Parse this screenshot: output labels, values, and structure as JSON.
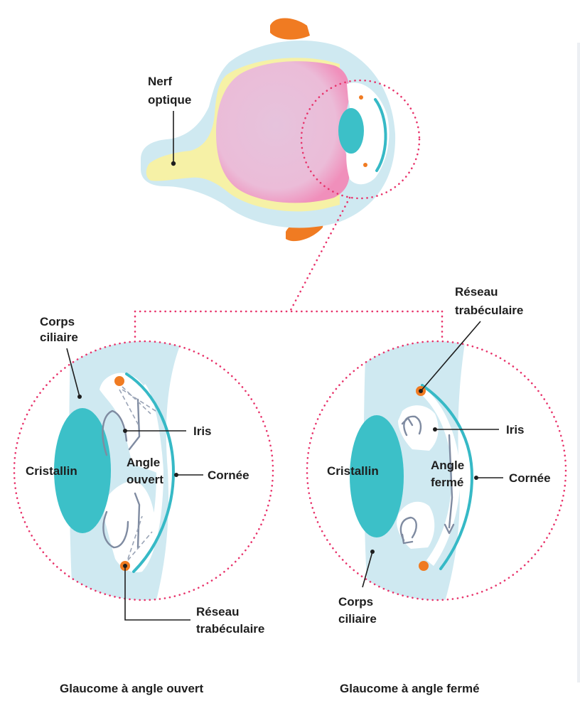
{
  "top": {
    "optic_nerve": [
      "Nerf",
      "optique"
    ]
  },
  "open_angle": {
    "ciliary_body": [
      "Corps",
      "ciliaire"
    ],
    "lens": "Cristallin",
    "iris": "Iris",
    "angle": [
      "Angle",
      "ouvert"
    ],
    "cornea": "Cornée",
    "trabecular": [
      "Réseau",
      "trabéculaire"
    ],
    "caption": "Glaucome à angle ouvert"
  },
  "closed_angle": {
    "trabecular": [
      "Réseau",
      "trabéculaire"
    ],
    "lens": "Cristallin",
    "iris": "Iris",
    "angle": [
      "Angle",
      "fermé"
    ],
    "cornea": "Cornée",
    "ciliary_body": [
      "Corps",
      "ciliaire"
    ],
    "caption": "Glaucome à angle fermé"
  },
  "colors": {
    "sclera": "#cfe9f1",
    "retina": "#f6f1a6",
    "vitreous": "#e8c7dd",
    "lens": "#3cc0c8",
    "muscle": "#f07b22",
    "cornea_line": "#36b9c6",
    "dotted": "#e8336b",
    "flow": "#7f8ba1"
  }
}
